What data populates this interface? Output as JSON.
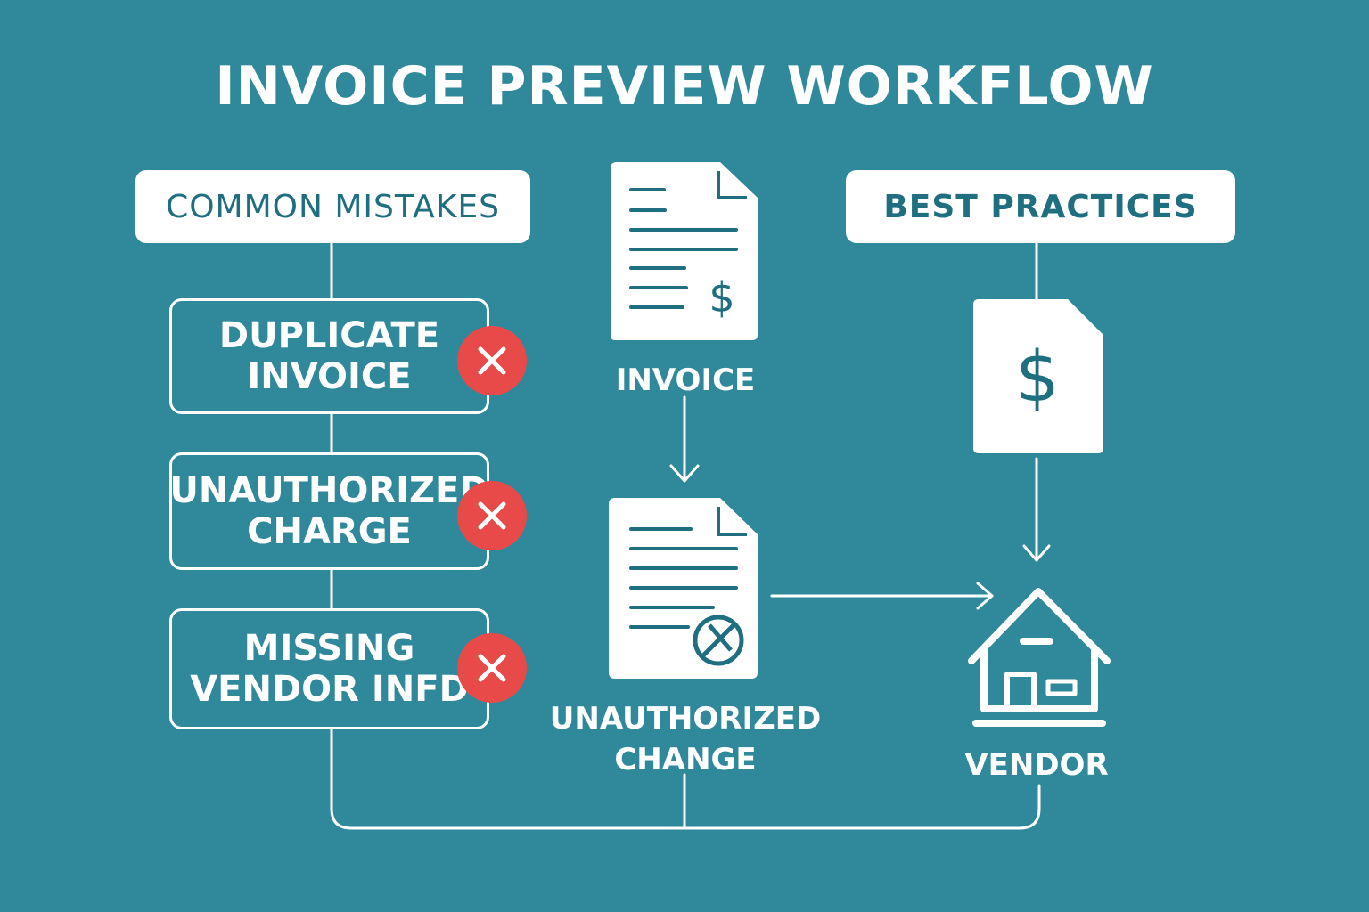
{
  "title": "INVOICE PREVIEW WORKFLOW",
  "common_mistakes": {
    "header": "COMMON MISTAKES",
    "items": [
      {
        "line1": "DUPLICATE",
        "line2": "INVOICE",
        "icon": "x-icon"
      },
      {
        "line1": "UNAUTHORIZED",
        "line2": "CHARGE",
        "icon": "x-icon"
      },
      {
        "line1": "MISSING",
        "line2": "VENDOR INFD",
        "icon": "x-icon"
      }
    ]
  },
  "best_practices": {
    "header": "BEST PRACTICES"
  },
  "nodes": {
    "invoice_label": "INVOICE",
    "unauthorized_line1": "UNAUTHORIZED",
    "unauthorized_line2": "CHANGE",
    "vendor_label": "VENDOR",
    "dollar_symbol": "$"
  },
  "colors": {
    "background": "#30899a",
    "accent_text": "#1f6f80",
    "error": "#e84a4a",
    "line": "#ffffff"
  }
}
